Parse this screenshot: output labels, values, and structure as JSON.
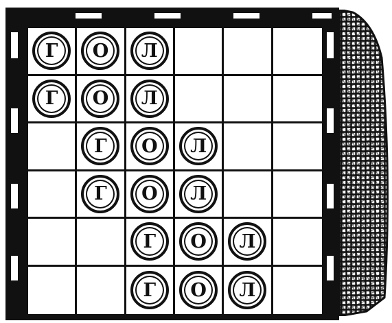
{
  "board": {
    "rows": 6,
    "cols": 6,
    "pieces": [
      {
        "row": 0,
        "col": 0,
        "label": "Г"
      },
      {
        "row": 0,
        "col": 1,
        "label": "О"
      },
      {
        "row": 0,
        "col": 2,
        "label": "Л"
      },
      {
        "row": 1,
        "col": 0,
        "label": "Г"
      },
      {
        "row": 1,
        "col": 1,
        "label": "О"
      },
      {
        "row": 1,
        "col": 2,
        "label": "Л"
      },
      {
        "row": 2,
        "col": 1,
        "label": "Г"
      },
      {
        "row": 2,
        "col": 2,
        "label": "О"
      },
      {
        "row": 2,
        "col": 3,
        "label": "Л"
      },
      {
        "row": 3,
        "col": 1,
        "label": "Г"
      },
      {
        "row": 3,
        "col": 2,
        "label": "О"
      },
      {
        "row": 3,
        "col": 3,
        "label": "Л"
      },
      {
        "row": 4,
        "col": 2,
        "label": "Г"
      },
      {
        "row": 4,
        "col": 3,
        "label": "О"
      },
      {
        "row": 4,
        "col": 4,
        "label": "Л"
      },
      {
        "row": 5,
        "col": 2,
        "label": "Г"
      },
      {
        "row": 5,
        "col": 3,
        "label": "О"
      },
      {
        "row": 5,
        "col": 4,
        "label": "Л"
      }
    ]
  },
  "colors": {
    "ink": "#111111",
    "paper": "#ffffff"
  },
  "icons": {
    "goal": "goal-net-icon"
  }
}
